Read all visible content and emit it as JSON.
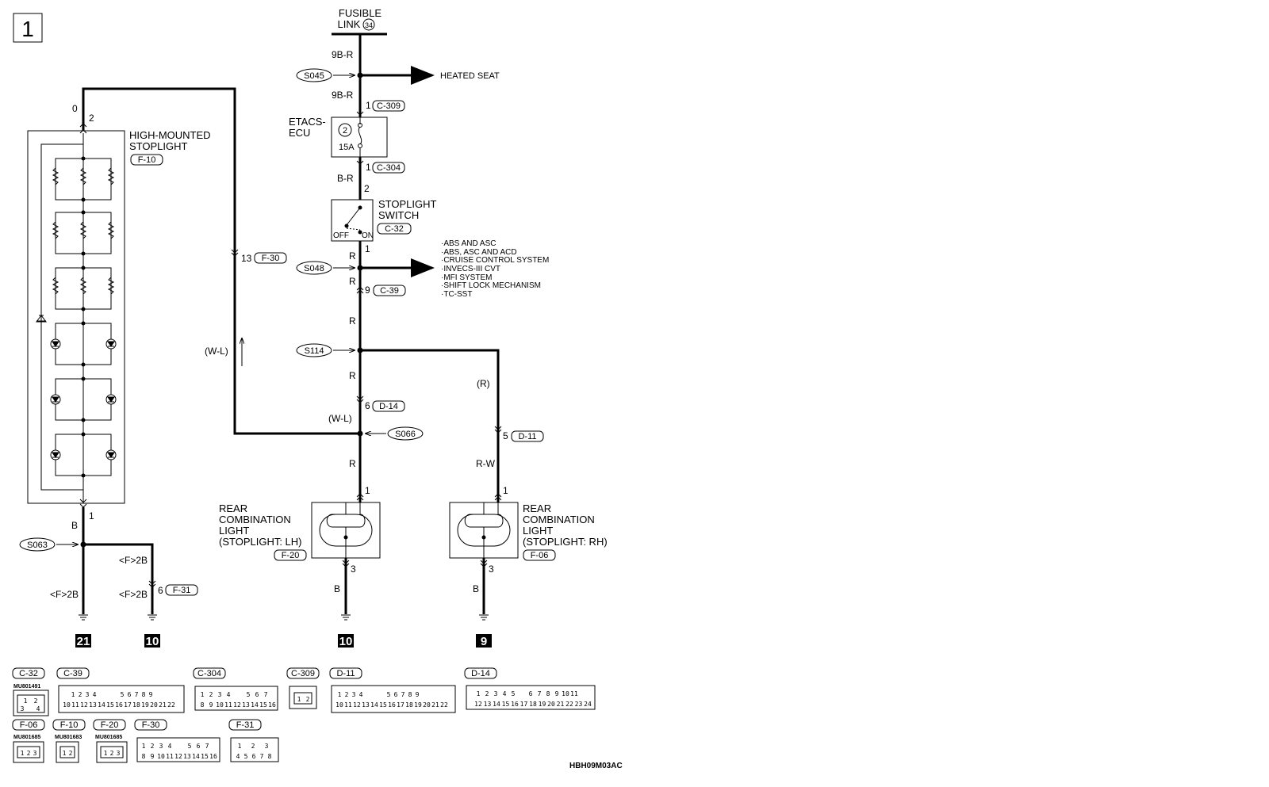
{
  "page_number": "1",
  "fusible_link": {
    "line1": "FUSIBLE",
    "line2": "LINK",
    "num": "34"
  },
  "heated_seat": "HEATED SEAT",
  "etacs": {
    "line1": "ETACS-",
    "line2": "ECU",
    "fuse_num": "2",
    "fuse_rating": "15A"
  },
  "stoplight_switch": {
    "line1": "STOPLIGHT",
    "line2": "SWITCH",
    "connector": "C-32",
    "off": "OFF",
    "on": "ON"
  },
  "high_mounted": {
    "line1": "HIGH-MOUNTED",
    "line2": "STOPLIGHT",
    "connector": "F-10",
    "pin_top": "2",
    "pin_bottom": "1",
    "wire_top": "0"
  },
  "branch_list": [
    "·ABS AND ASC",
    "·ABS, ASC AND ACD",
    "·CRUISE CONTROL SYSTEM",
    "·INVECS-III CVT",
    "·MFI SYSTEM",
    "·SHIFT LOCK MECHANISM",
    "·TC-SST"
  ],
  "splices": {
    "s045": "S045",
    "s048": "S048",
    "s114": "S114",
    "s066": "S066",
    "s063": "S063"
  },
  "wires": {
    "w9br_1": "9B-R",
    "w9br_2": "9B-R",
    "wbr": "B-R",
    "wr1": "R",
    "wr2": "R",
    "wr3": "R",
    "wr4": "R",
    "wr5": "R",
    "wwl_left": "(W-L)",
    "wwl_mid": "(W-L)",
    "wr_paren": "(R)",
    "wrw": "R-W",
    "wb_hm": "B",
    "wf2b_1": "<F>2B",
    "wf2b_2": "<F>2B",
    "wf2b_3": "<F>2B",
    "wb_lh": "B",
    "wb_rh": "B"
  },
  "pins": {
    "c309_pin": "1",
    "c309": "C-309",
    "c304_pin": "1",
    "c304": "C-304",
    "sw_pin_in": "2",
    "sw_pin_out": "1",
    "c39_pin": "9",
    "c39": "C-39",
    "f30_pin": "13",
    "f30": "F-30",
    "d14_pin": "6",
    "d14": "D-14",
    "d11_pin": "5",
    "d11": "D-11",
    "f31_pin": "6",
    "f31": "F-31",
    "lh_pin_in": "1",
    "lh_pin_out": "3",
    "rh_pin_in": "1",
    "rh_pin_out": "3"
  },
  "rear_lh": {
    "line1": "REAR",
    "line2": "COMBINATION",
    "line3": "LIGHT",
    "line4": "(STOPLIGHT: LH)",
    "connector": "F-20"
  },
  "rear_rh": {
    "line1": "REAR",
    "line2": "COMBINATION",
    "line3": "LIGHT",
    "line4": "(STOPLIGHT: RH)",
    "connector": "F-06"
  },
  "grounds": {
    "g21": "21",
    "g10a": "10",
    "g10b": "10",
    "g9": "9"
  },
  "connectors_legend": {
    "c32": {
      "label": "C-32",
      "part": "MU801491",
      "pins": [
        "1",
        "2",
        "3",
        "4"
      ]
    },
    "c39": {
      "label": "C-39",
      "pins_top": [
        "1",
        "2",
        "3",
        "4",
        "5",
        "6",
        "7",
        "8",
        "9"
      ],
      "pins_bottom": [
        "10",
        "11",
        "12",
        "13",
        "14",
        "15",
        "16",
        "17",
        "18",
        "19",
        "20",
        "21",
        "22"
      ]
    },
    "c304": {
      "label": "C-304",
      "pins_top": [
        "1",
        "2",
        "3",
        "4",
        "5",
        "6",
        "7"
      ],
      "pins_bottom": [
        "8",
        "9",
        "10",
        "11",
        "12",
        "13",
        "14",
        "15",
        "16"
      ]
    },
    "c309": {
      "label": "C-309",
      "pins": [
        "1",
        "2"
      ]
    },
    "d11": {
      "label": "D-11",
      "pins_top": [
        "1",
        "2",
        "3",
        "4",
        "5",
        "6",
        "7",
        "8",
        "9"
      ],
      "pins_bottom": [
        "10",
        "11",
        "12",
        "13",
        "14",
        "15",
        "16",
        "17",
        "18",
        "19",
        "20",
        "21",
        "22"
      ]
    },
    "d14": {
      "label": "D-14",
      "pins_top": [
        "1",
        "2",
        "3",
        "4",
        "5",
        "6",
        "7",
        "8",
        "9",
        "10",
        "11"
      ],
      "pins_bottom": [
        "12",
        "13",
        "14",
        "15",
        "16",
        "17",
        "18",
        "19",
        "20",
        "21",
        "22",
        "23",
        "24"
      ]
    },
    "f06": {
      "label": "F-06",
      "part": "MU801685",
      "pins": [
        "1",
        "2",
        "3"
      ]
    },
    "f10": {
      "label": "F-10",
      "part": "MU801683",
      "pins": [
        "1",
        "2"
      ]
    },
    "f20": {
      "label": "F-20",
      "part": "MU801685",
      "pins": [
        "1",
        "2",
        "3"
      ]
    },
    "f30": {
      "label": "F-30",
      "pins_top": [
        "1",
        "2",
        "3",
        "4",
        "5",
        "6",
        "7"
      ],
      "pins_bottom": [
        "8",
        "9",
        "10",
        "11",
        "12",
        "13",
        "14",
        "15",
        "16"
      ]
    },
    "f31": {
      "label": "F-31",
      "pins_top": [
        "1",
        "2",
        "3"
      ],
      "pins_bottom": [
        "4",
        "5",
        "6",
        "7",
        "8"
      ]
    }
  },
  "drawing_code": "HBH09M03AC"
}
